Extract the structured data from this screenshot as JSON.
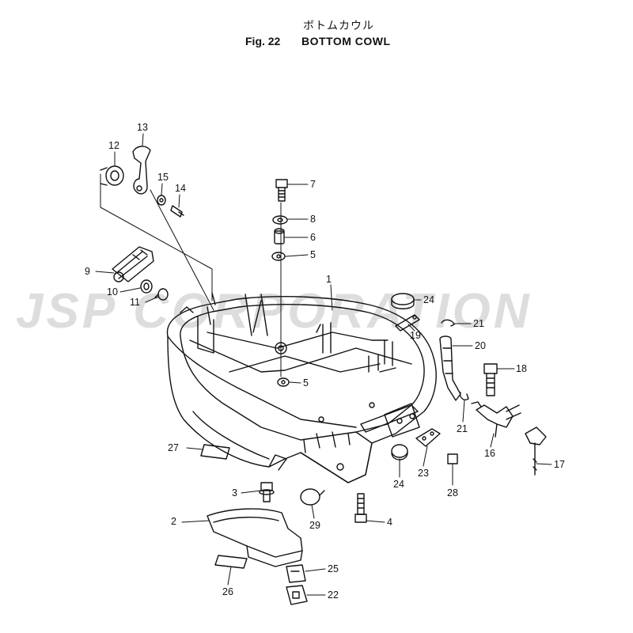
{
  "header": {
    "title_jp": "ボトムカウル",
    "fig_label": "Fig. 22",
    "title_en": "BOTTOM COWL"
  },
  "watermark": {
    "text": "JSP CORPORATION"
  },
  "callouts": [
    {
      "id": "c1",
      "label": "1"
    },
    {
      "id": "c2",
      "label": "2"
    },
    {
      "id": "c3",
      "label": "3"
    },
    {
      "id": "c4",
      "label": "4"
    },
    {
      "id": "c5a",
      "label": "5"
    },
    {
      "id": "c5b",
      "label": "5"
    },
    {
      "id": "c6",
      "label": "6"
    },
    {
      "id": "c7",
      "label": "7"
    },
    {
      "id": "c8",
      "label": "8"
    },
    {
      "id": "c9",
      "label": "9"
    },
    {
      "id": "c10",
      "label": "10"
    },
    {
      "id": "c11",
      "label": "11"
    },
    {
      "id": "c12",
      "label": "12"
    },
    {
      "id": "c13",
      "label": "13"
    },
    {
      "id": "c14",
      "label": "14"
    },
    {
      "id": "c15",
      "label": "15"
    },
    {
      "id": "c16",
      "label": "16"
    },
    {
      "id": "c17",
      "label": "17"
    },
    {
      "id": "c18",
      "label": "18"
    },
    {
      "id": "c19",
      "label": "19"
    },
    {
      "id": "c20",
      "label": "20"
    },
    {
      "id": "c21a",
      "label": "21"
    },
    {
      "id": "c21b",
      "label": "21"
    },
    {
      "id": "c22",
      "label": "22"
    },
    {
      "id": "c23",
      "label": "23"
    },
    {
      "id": "c24a",
      "label": "24"
    },
    {
      "id": "c24b",
      "label": "24"
    },
    {
      "id": "c25",
      "label": "25"
    },
    {
      "id": "c26",
      "label": "26"
    },
    {
      "id": "c27",
      "label": "27"
    },
    {
      "id": "c28",
      "label": "28"
    },
    {
      "id": "c29",
      "label": "29"
    }
  ]
}
